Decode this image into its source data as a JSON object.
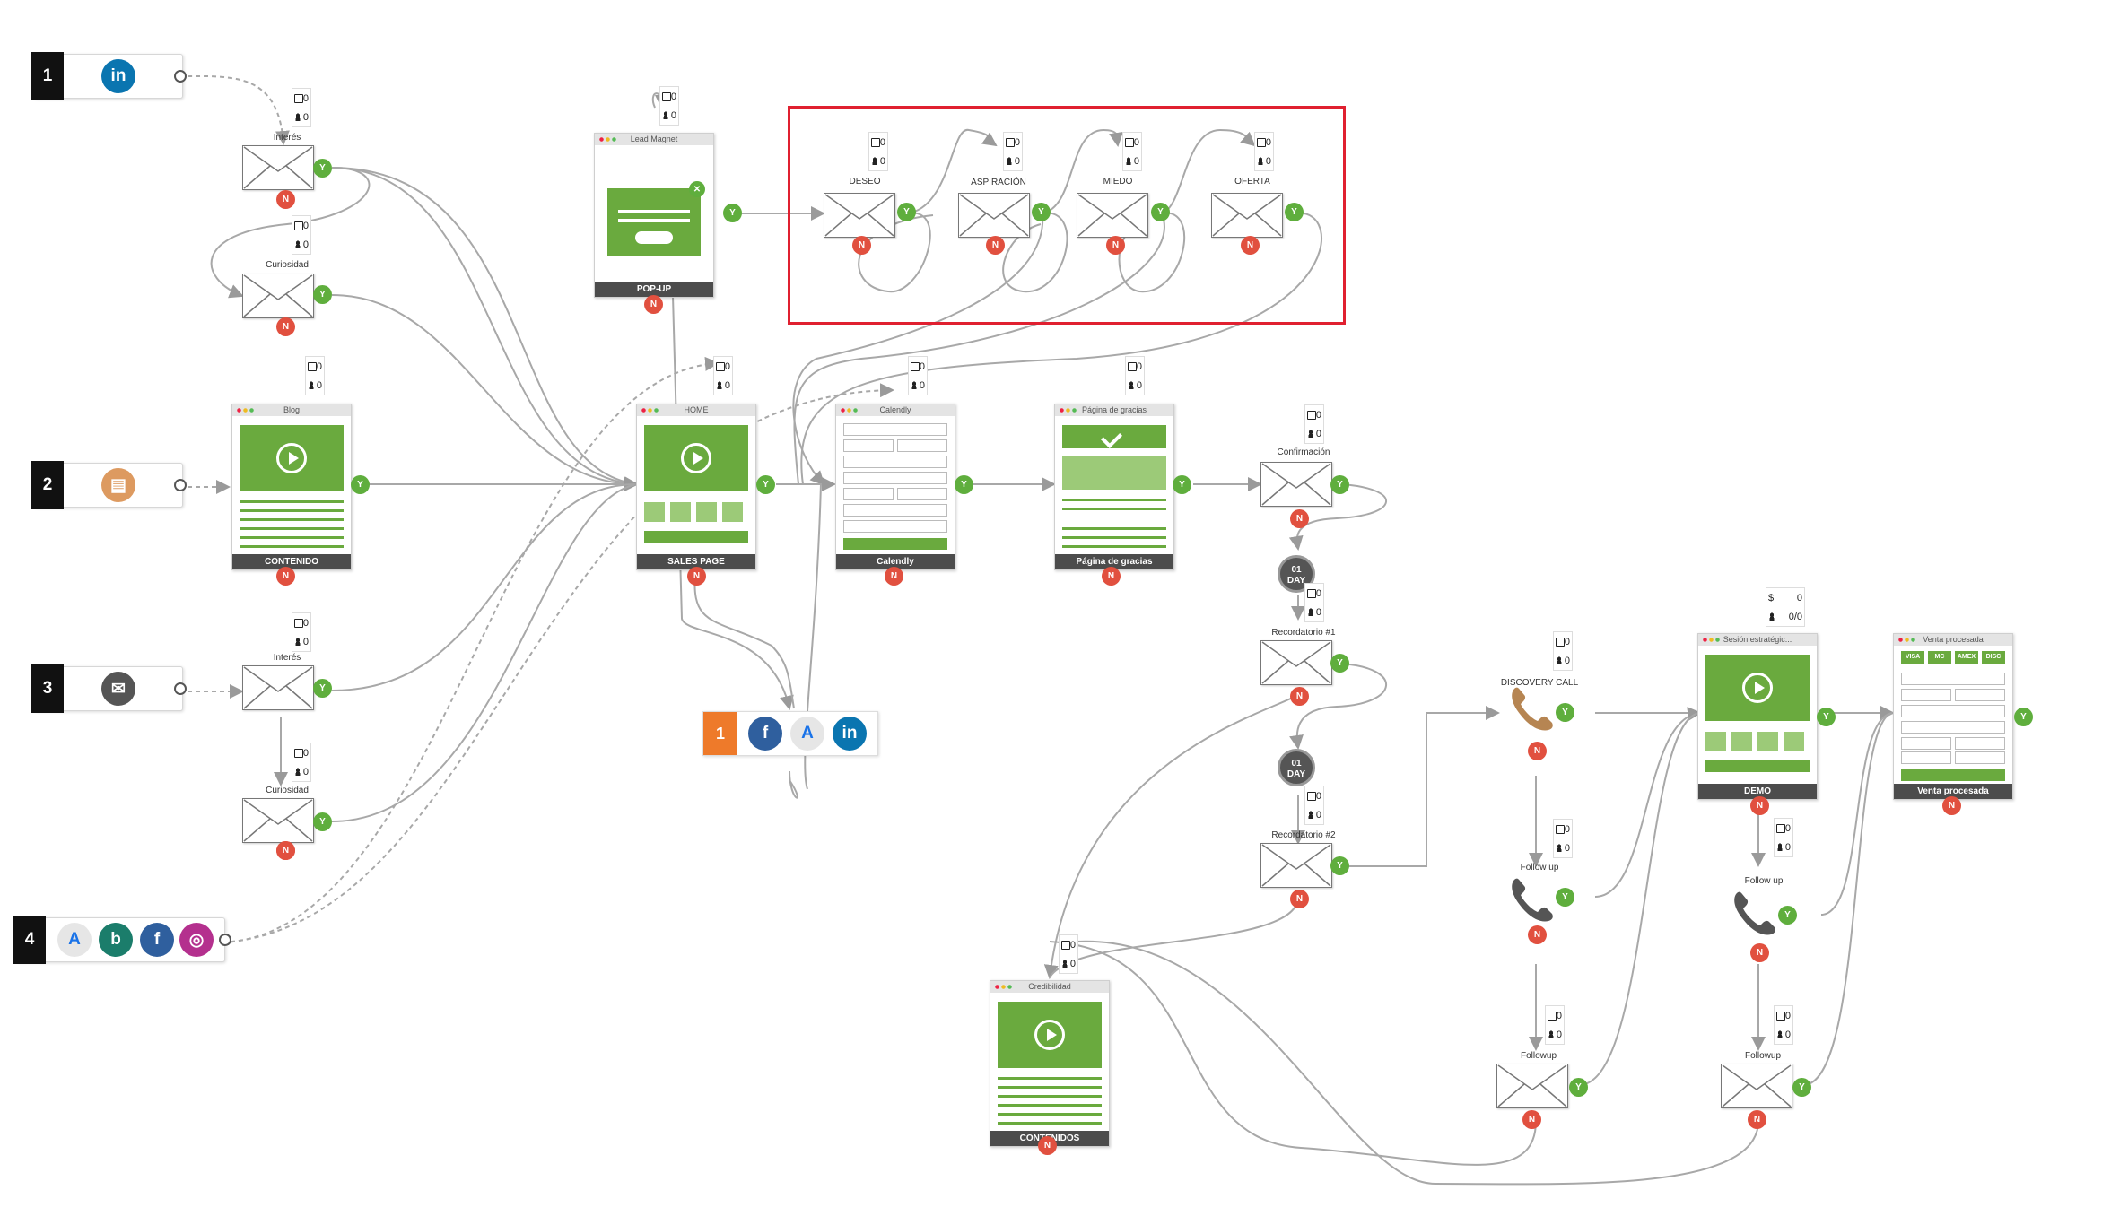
{
  "sources": [
    {
      "number": "1",
      "icons": [
        {
          "name": "linkedin-icon",
          "glyph": "in",
          "color": "#0a75b0"
        }
      ]
    },
    {
      "number": "2",
      "icons": [
        {
          "name": "document-icon",
          "glyph": "▤",
          "color": "#dd9a60"
        }
      ]
    },
    {
      "number": "3",
      "icons": [
        {
          "name": "envelope-icon",
          "glyph": "✉",
          "color": "#555555"
        }
      ]
    },
    {
      "number": "4",
      "icons": [
        {
          "name": "adwords-icon",
          "glyph": "A",
          "color": "#e6e6e6"
        },
        {
          "name": "bing-icon",
          "glyph": "b",
          "color": "#1b7d6b"
        },
        {
          "name": "facebook-icon",
          "glyph": "f",
          "color": "#2f5f9e"
        },
        {
          "name": "instagram-icon",
          "glyph": "◎",
          "color": "#b4308e"
        }
      ]
    }
  ],
  "stat_value": "0",
  "stat_money": "$",
  "stat_ratio": "0/0",
  "yes_label": "Y",
  "no_label": "N",
  "timer_label_top": "01",
  "timer_label_bottom": "DAY",
  "emails": {
    "interes_1": "Interés",
    "curiosidad_1": "Curiosidad",
    "interes_3": "Interés",
    "curiosidad_3": "Curiosidad",
    "deseo": "DESEO",
    "aspiracion": "ASPIRACIÓN",
    "miedo": "MIEDO",
    "oferta": "OFERTA",
    "confirmacion": "Confirmación",
    "recordatorio_1": "Recordatorio #1",
    "recordatorio_2": "Recordatorio #2",
    "followup_a": "Followup",
    "followup_b": "Followup"
  },
  "phones": {
    "discovery": "DISCOVERY CALL",
    "follow_up_a": "Follow up",
    "follow_up_b": "Follow up"
  },
  "pages": {
    "lead_magnet": {
      "title": "Lead Magnet",
      "footer": "POP-UP"
    },
    "blog": {
      "title": "Blog",
      "footer": "CONTENIDO"
    },
    "home": {
      "title": "HOME",
      "footer": "SALES PAGE"
    },
    "calendly": {
      "title": "Calendly",
      "footer": "Calendly"
    },
    "gracias": {
      "title": "Página de gracias",
      "footer": "Página de gracias"
    },
    "sesion": {
      "title": "Sesión estratégic...",
      "footer": "DEMO"
    },
    "venta": {
      "title": "Venta procesada",
      "footer": "Venta procesada"
    },
    "credibilidad": {
      "title": "Credibilidad",
      "footer": "CONTENIDOS"
    }
  },
  "retarget": {
    "counter": "1",
    "icons": [
      {
        "name": "facebook-icon",
        "glyph": "f",
        "color": "#2f5f9e"
      },
      {
        "name": "adwords-icon",
        "glyph": "A",
        "color": "#e6e6e6"
      },
      {
        "name": "linkedin-icon",
        "glyph": "in",
        "color": "#0a75b0"
      }
    ]
  },
  "card_brands": [
    "VISA",
    "MC",
    "AMEX",
    "DISC"
  ],
  "colors": {
    "accent_green": "#6aaa3e",
    "yes": "#5fae3d",
    "no": "#e1503f",
    "highlight": "#e02030"
  }
}
